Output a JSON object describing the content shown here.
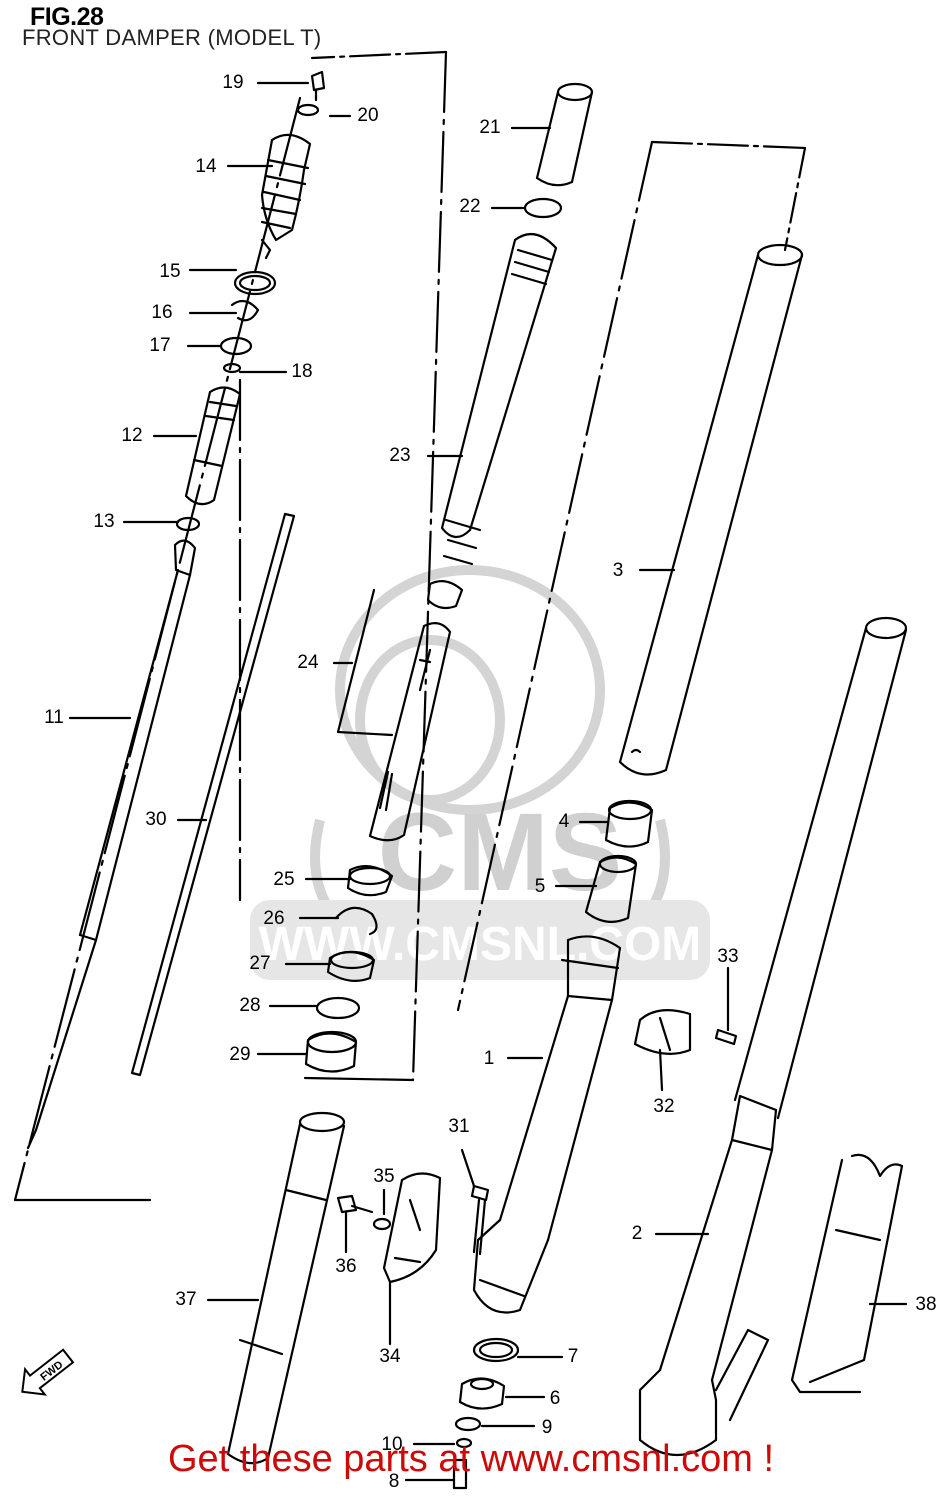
{
  "header": {
    "figure": "FIG.28",
    "subtitle": "FRONT DAMPER (MODEL T)"
  },
  "watermark": {
    "logo_text": "CMS",
    "url_text": "WWW.CMSNL.COM"
  },
  "fwd_badge": "FWD",
  "footer_text": "Get these parts at www.cmsnl.com !",
  "callouts": [
    "19",
    "20",
    "14",
    "15",
    "16",
    "17",
    "18",
    "12",
    "13",
    "11",
    "30",
    "21",
    "22",
    "23",
    "24",
    "25",
    "26",
    "27",
    "28",
    "29",
    "3",
    "4",
    "5",
    "33",
    "1",
    "32",
    "31",
    "35",
    "36",
    "34",
    "37",
    "2",
    "38",
    "7",
    "6",
    "9",
    "10",
    "8"
  ],
  "colors": {
    "line": "#000000",
    "footer": "#cc0a0a",
    "watermark": "#d9d9d9"
  }
}
